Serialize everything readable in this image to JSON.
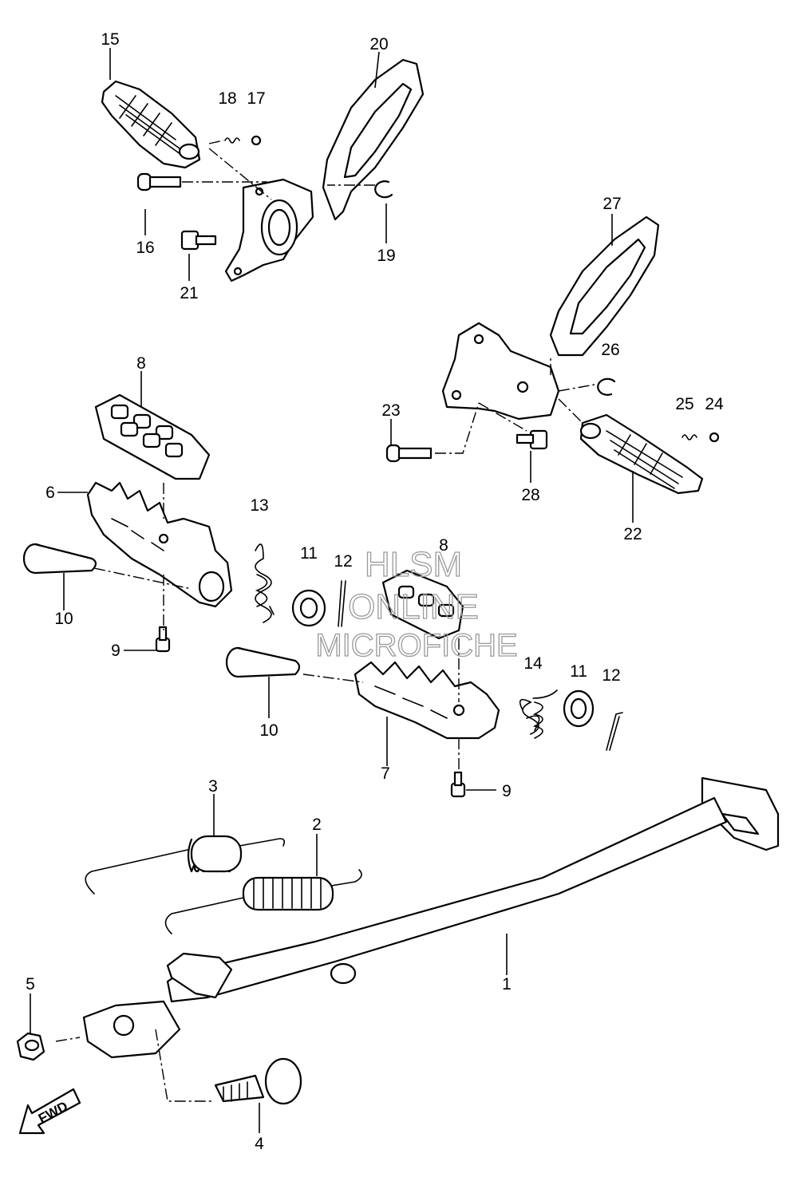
{
  "diagram": {
    "callouts": [
      {
        "id": "c15",
        "label": "15"
      },
      {
        "id": "c18",
        "label": "18"
      },
      {
        "id": "c17",
        "label": "17"
      },
      {
        "id": "c20",
        "label": "20"
      },
      {
        "id": "c16",
        "label": "16"
      },
      {
        "id": "c19",
        "label": "19"
      },
      {
        "id": "c21",
        "label": "21"
      },
      {
        "id": "c27",
        "label": "27"
      },
      {
        "id": "c26",
        "label": "26"
      },
      {
        "id": "c23",
        "label": "23"
      },
      {
        "id": "c25",
        "label": "25"
      },
      {
        "id": "c24",
        "label": "24"
      },
      {
        "id": "c28",
        "label": "28"
      },
      {
        "id": "c22",
        "label": "22"
      },
      {
        "id": "c8a",
        "label": "8"
      },
      {
        "id": "c6",
        "label": "6"
      },
      {
        "id": "c13",
        "label": "13"
      },
      {
        "id": "c11a",
        "label": "11"
      },
      {
        "id": "c12a",
        "label": "12"
      },
      {
        "id": "c8b",
        "label": "8"
      },
      {
        "id": "c10a",
        "label": "10"
      },
      {
        "id": "c9a",
        "label": "9"
      },
      {
        "id": "c10b",
        "label": "10"
      },
      {
        "id": "c14",
        "label": "14"
      },
      {
        "id": "c11b",
        "label": "11"
      },
      {
        "id": "c12b",
        "label": "12"
      },
      {
        "id": "c7",
        "label": "7"
      },
      {
        "id": "c9b",
        "label": "9"
      },
      {
        "id": "c3",
        "label": "3"
      },
      {
        "id": "c2",
        "label": "2"
      },
      {
        "id": "c1",
        "label": "1"
      },
      {
        "id": "c5",
        "label": "5"
      },
      {
        "id": "c4",
        "label": "4"
      }
    ],
    "watermark": {
      "line1": "HLSM",
      "line2": "ONLINE",
      "line3": "MICROFICHE"
    },
    "fwd_label": "FWD"
  }
}
